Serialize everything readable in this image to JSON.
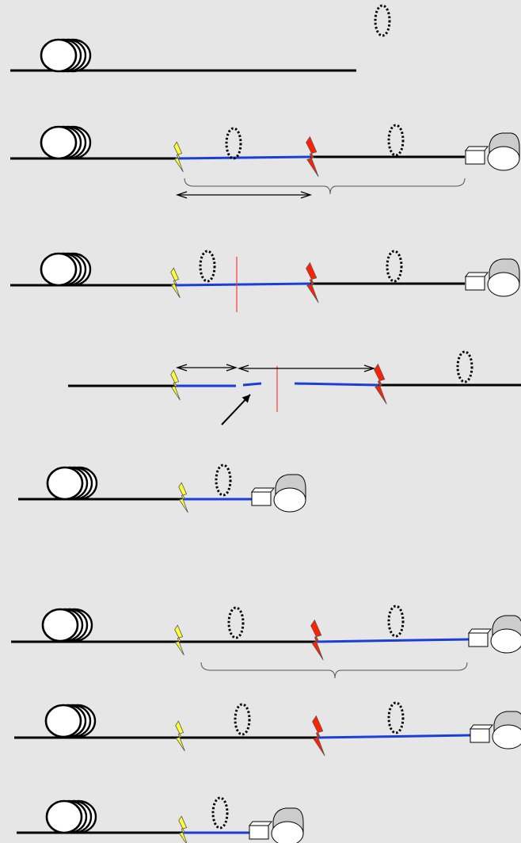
{
  "colors": {
    "background": "#e6e6e6",
    "line": "#000000",
    "segment": "#1a3fd6",
    "bolt_start": "#ffff33",
    "bolt_end": "#ff2200",
    "cut_mark": "#ff3b3b",
    "reel": "#ffffff",
    "capture_box": "#ffffff",
    "capture_drum": "#cccccc"
  },
  "icons": {
    "spool": "spool-icon",
    "loop": "dotted-loop-icon",
    "bolt_start": "yellow-lightning-icon",
    "bolt_end": "red-lightning-icon",
    "capture": "capture-machine-icon",
    "cut": "cut-mark-icon",
    "pointer": "pointer-arrow-icon",
    "span": "double-arrow-icon",
    "brace": "brace-icon"
  },
  "rows": [
    {
      "id": "row-1",
      "spool": true,
      "loops": 1,
      "bolts": 0,
      "capture": false
    },
    {
      "id": "row-2",
      "spool": true,
      "loops": 2,
      "bolts": 2,
      "capture": true,
      "brace": true,
      "span_arrows": 1
    },
    {
      "id": "row-3",
      "spool": true,
      "loops": 2,
      "bolts": 2,
      "capture": true,
      "cut": true
    },
    {
      "id": "row-4",
      "spool": false,
      "loops": 1,
      "bolts": 2,
      "capture": false,
      "cut": true,
      "span_arrows": 2,
      "pointer": true
    },
    {
      "id": "row-5",
      "spool": true,
      "loops": 1,
      "bolts": 1,
      "capture": true
    },
    {
      "id": "row-6",
      "spool": true,
      "loops": 2,
      "bolts": 2,
      "capture": true,
      "brace": true
    },
    {
      "id": "row-7",
      "spool": true,
      "loops": 2,
      "bolts": 2,
      "capture": true
    },
    {
      "id": "row-8",
      "spool": true,
      "loops": 1,
      "bolts": 1,
      "capture": true
    }
  ]
}
